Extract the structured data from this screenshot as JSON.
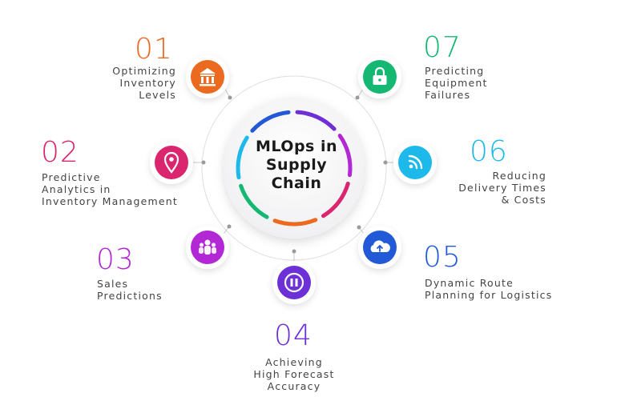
{
  "title": [
    "MLOps in",
    "Supply",
    "Chain"
  ],
  "items": [
    {
      "number": "01",
      "lines": [
        "Optimizing",
        "Inventory",
        "Levels"
      ],
      "color": "#ec6a1f",
      "icon": "bank-icon"
    },
    {
      "number": "02",
      "lines": [
        "Predictive",
        "Analytics in",
        "Inventory Management"
      ],
      "color": "#d9266f",
      "icon": "location-pin-icon"
    },
    {
      "number": "03",
      "lines": [
        "Sales",
        "Predictions"
      ],
      "color": "#b228d4",
      "icon": "users-group-icon"
    },
    {
      "number": "04",
      "lines": [
        "Achieving",
        "High Forecast",
        "Accuracy"
      ],
      "color": "#6d2fd6",
      "icon": "pause-icon"
    },
    {
      "number": "05",
      "lines": [
        "Dynamic Route",
        "Planning for Logistics"
      ],
      "color": "#2159d6",
      "icon": "cloud-upload-icon"
    },
    {
      "number": "06",
      "lines": [
        "Reducing",
        "Delivery Times",
        "& Costs"
      ],
      "color": "#1db9ea",
      "icon": "rss-feed-icon"
    },
    {
      "number": "07",
      "lines": [
        "Predicting",
        "Equipment",
        "Failures"
      ],
      "color": "#14b872",
      "icon": "lock-icon"
    }
  ]
}
